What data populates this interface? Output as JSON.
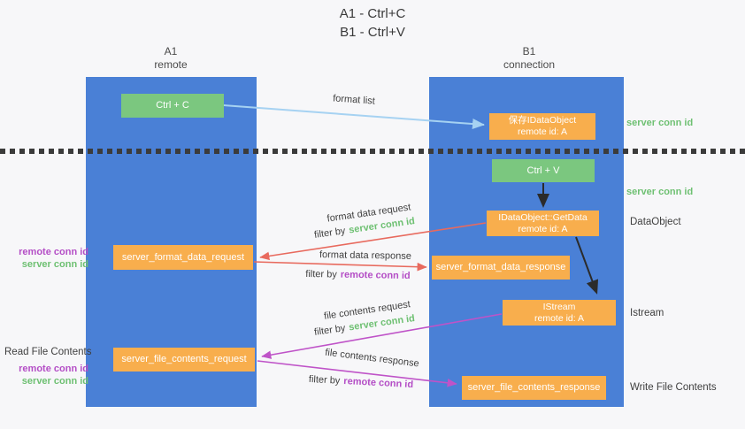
{
  "title": {
    "line1": "A1 - Ctrl+C",
    "line2": "B1 - Ctrl+V"
  },
  "columns": {
    "a1": {
      "name": "A1",
      "role": "remote"
    },
    "b1": {
      "name": "B1",
      "role": "connection"
    }
  },
  "nodes": {
    "ctrl_c": {
      "label": "Ctrl + C"
    },
    "ctrl_v": {
      "label": "Ctrl + V"
    },
    "save_idataobject": {
      "line1": "保存IDataObject",
      "line2": "remote id: A"
    },
    "getdata": {
      "line1": "IDataObject::GetData",
      "line2": "remote id: A"
    },
    "istream": {
      "line1": "IStream",
      "line2": "remote id: A"
    },
    "server_format_data_request": {
      "label": "server_format_data_request"
    },
    "server_format_data_response": {
      "label": "server_format_data_response"
    },
    "server_file_contents_request": {
      "label": "server_file_contents_request"
    },
    "server_file_contents_response": {
      "label": "server_file_contents_response"
    }
  },
  "arrow_labels": {
    "format_list": "format list",
    "format_data_request": "format data request",
    "format_data_response": "format data response",
    "file_contents_request": "file contents request",
    "file_contents_response": "file contents response",
    "filter_by": "filter by",
    "server_conn_id": "server conn id",
    "remote_conn_id": "remote conn id"
  },
  "side_labels": {
    "server_conn_id_top": "server conn id",
    "server_conn_id_mid": "server conn id",
    "dataobject": "DataObject",
    "istream": "Istream",
    "write_file_contents": "Write File Contents",
    "read_file_contents": "Read File Contents",
    "remote_conn_id": "remote conn id",
    "server_conn_id": "server conn id"
  },
  "colors": {
    "column_blue": "#4a80d6",
    "node_green": "#7bc77f",
    "node_orange": "#f8ae4d",
    "arrow_blue": "#a6d2f2",
    "arrow_red": "#e86a5e",
    "arrow_magenta": "#bf53c8",
    "arrow_black": "#2b2b2b",
    "text_green": "#6ec072",
    "text_purple": "#b44ec6",
    "text_dark": "#3c3c3c"
  }
}
